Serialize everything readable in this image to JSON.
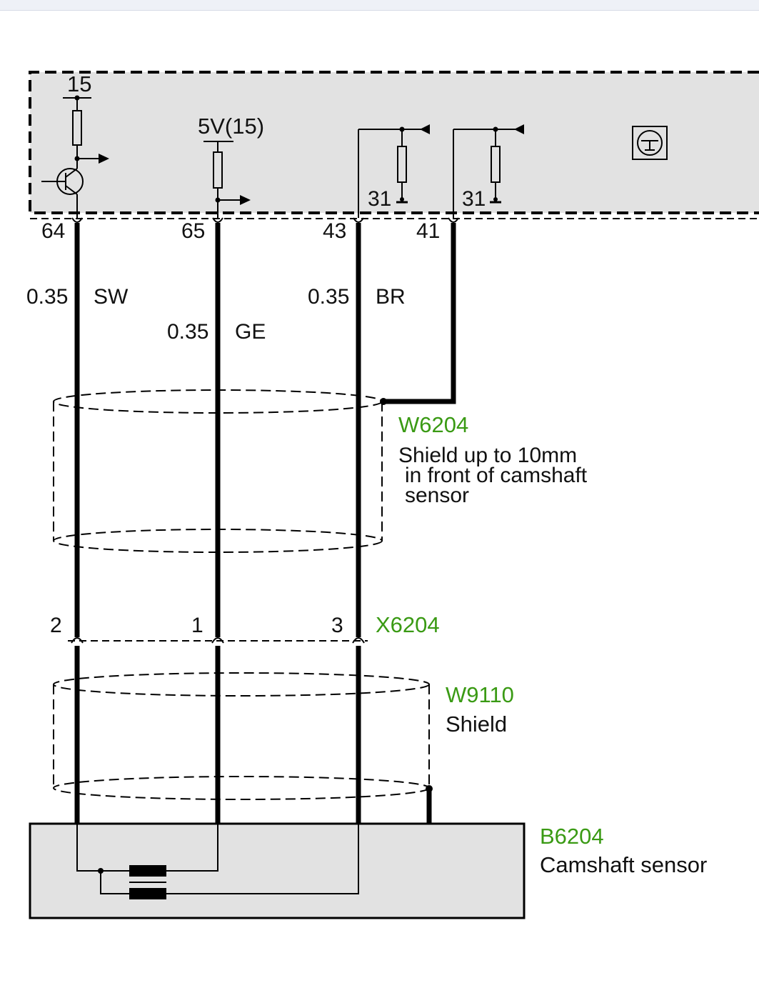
{
  "colors": {
    "accent_green": "#3a9a14",
    "wire": "#000000",
    "module_fill": "#e2e2e2"
  },
  "ecu": {
    "supply_label": "15",
    "supply_5v_label": "5V(15)",
    "ground_label_1": "31",
    "ground_label_2": "31",
    "icon": "engine-sensor-icon"
  },
  "pins": {
    "p64": "64",
    "p65": "65",
    "p43": "43",
    "p41": "41"
  },
  "wires": {
    "sw_gauge": "0.35",
    "sw_color": "SW",
    "ge_gauge": "0.35",
    "ge_color": "GE",
    "br_gauge": "0.35",
    "br_color": "BR"
  },
  "shield1": {
    "id": "W6204",
    "desc_line1": "Shield up to 10mm",
    "desc_line2": "in front of camshaft",
    "desc_line3": "sensor"
  },
  "connector": {
    "id": "X6204",
    "pin2": "2",
    "pin1": "1",
    "pin3": "3"
  },
  "shield2": {
    "id": "W9110",
    "desc": "Shield"
  },
  "sensor": {
    "id": "B6204",
    "desc": "Camshaft sensor"
  }
}
